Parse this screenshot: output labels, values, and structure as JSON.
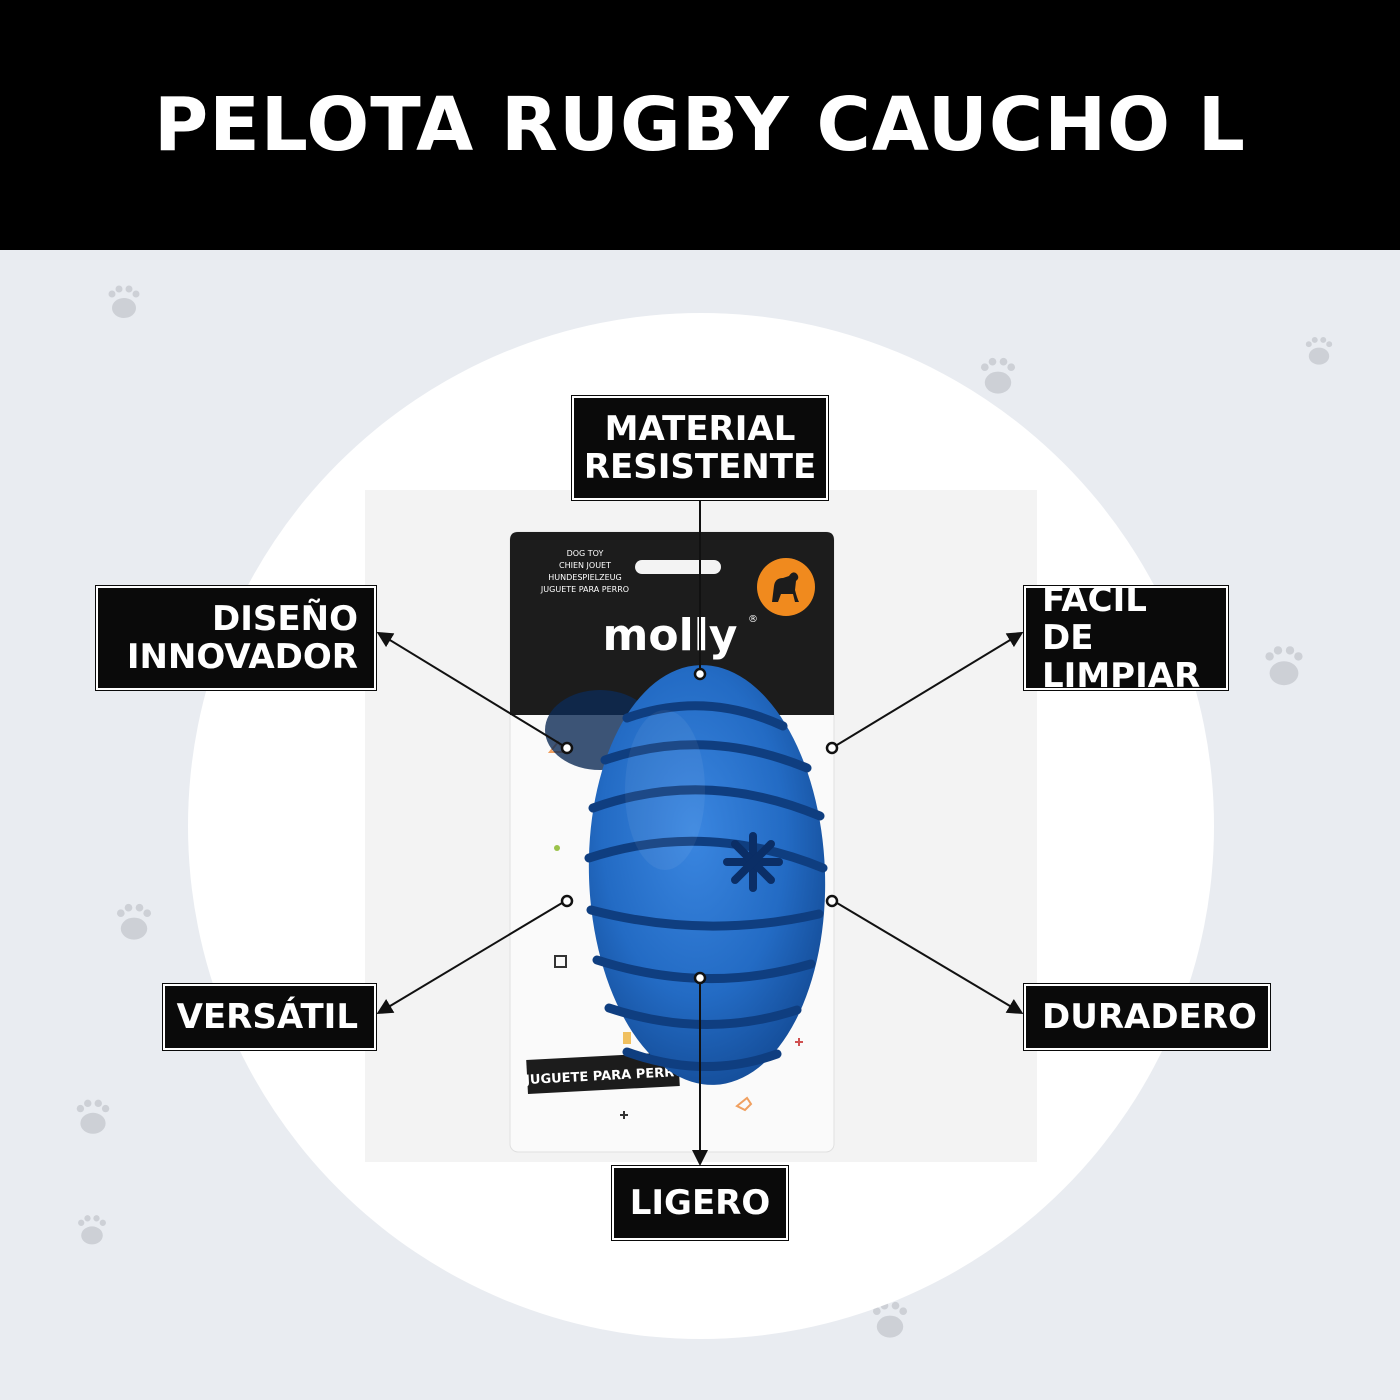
{
  "header": {
    "title": "PELOTA RUGBY CAUCHO L"
  },
  "package": {
    "lines": [
      "DOG TOY",
      "CHIEN JOUET",
      "HUNDESPIELZEUG",
      "JUGUETE PARA PERRO"
    ],
    "brand": "molly",
    "registered": "®",
    "bottom_label": "JUGUETE PARA PERRO"
  },
  "labels": {
    "material": [
      "MATERIAL",
      "RESISTENTE"
    ],
    "diseno": [
      "DISEÑO",
      "INNOVADOR"
    ],
    "facil": [
      "FÁCIL DE",
      "LIMPIAR"
    ],
    "versatil": "VERSÁTIL",
    "duradero": "DURADERO",
    "ligero": "LIGERO"
  },
  "colors": {
    "header_bg": "#000000",
    "ball_blue": "#2a6fc9",
    "badge_orange": "#f08a1e",
    "label_bg": "#0a0a0a",
    "background": "#e9ecf1"
  },
  "icons": [
    "paw-print-icon",
    "dog-silhouette-icon"
  ]
}
